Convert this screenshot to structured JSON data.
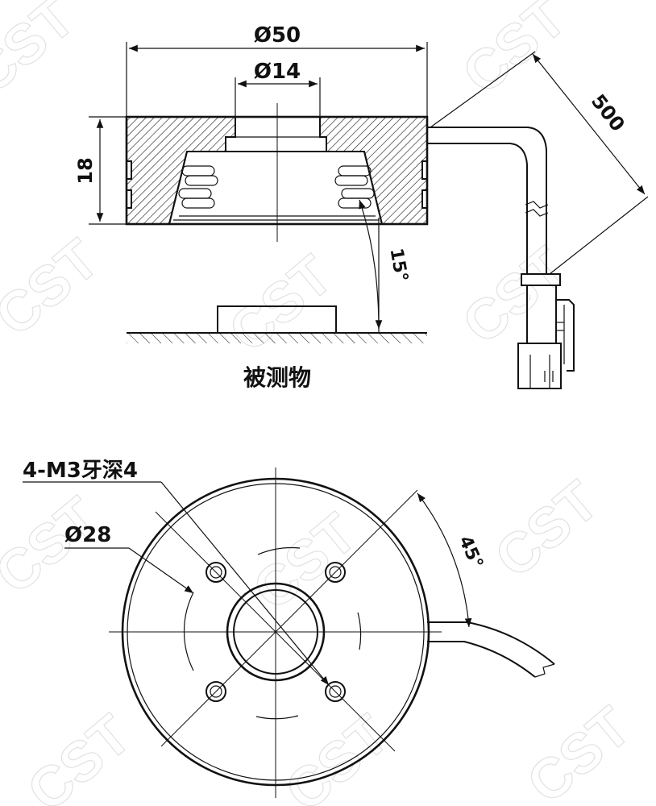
{
  "watermark": "CST",
  "side_view": {
    "dim_outer_diameter": "Ø50",
    "dim_hole_diameter": "Ø14",
    "dim_height": "18",
    "dim_cable_length": "500",
    "dim_angle": "15°",
    "target_label": "被测物"
  },
  "top_view": {
    "thread_callout": "4-M3牙深4",
    "dim_bolt_circle": "Ø28",
    "dim_angle": "45°"
  }
}
